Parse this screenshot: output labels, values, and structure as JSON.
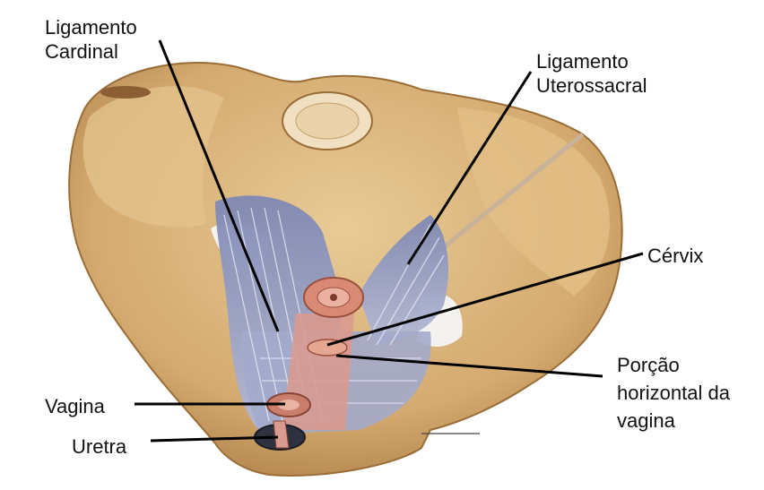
{
  "labels": {
    "cardinal": [
      "Ligamento",
      "Cardinal"
    ],
    "uterosacral": [
      "Ligamento",
      "Uterossacral"
    ],
    "cervix": "Cérvix",
    "horizontal": [
      "Porção",
      "horizontal da",
      "vagina"
    ],
    "vagina": "Vagina",
    "urethra": "Uretra"
  },
  "colors": {
    "bone": "#d9b47e",
    "bone_dark": "#a77b45",
    "ligament": "#9aa2c4",
    "vagina_tissue": "#d99a90",
    "leader_line": "#000000"
  }
}
